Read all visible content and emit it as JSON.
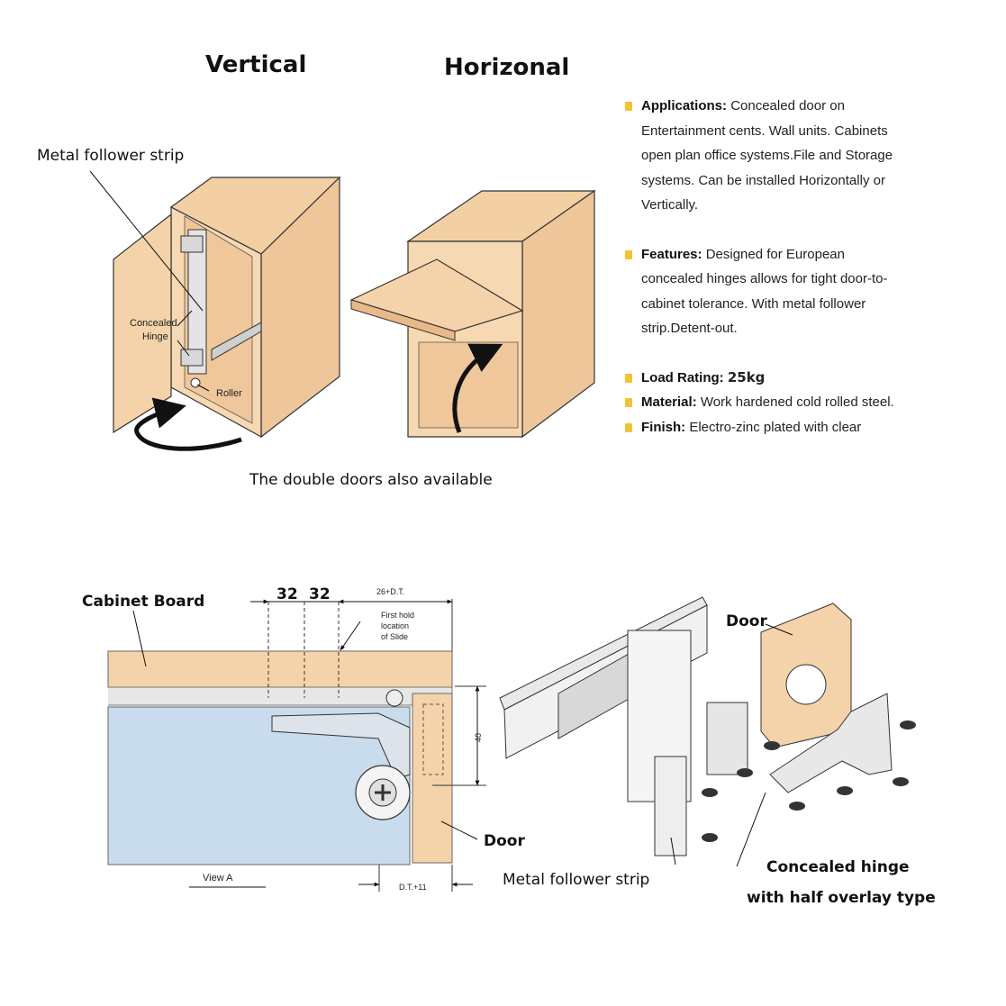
{
  "titles": {
    "vertical": "Vertical",
    "horizontal": "Horizonal"
  },
  "top_diagram": {
    "metal_follower_strip": "Metal follower strip",
    "concealed_hinge_line1": "Concealed",
    "concealed_hinge_line2": "Hinge",
    "roller": "Roller",
    "double_doors": "The double doors also available"
  },
  "specs": {
    "applications_label": "Applications:",
    "applications_text": "Concealed door on Entertainment cents. Wall units. Cabinets open plan office systems.File and Storage systems. Can be installed Horizontally or Vertically.",
    "features_label": "Features:",
    "features_text": "Designed for European concealed hinges allows for tight door-to-cabinet tolerance. With metal follower strip.Detent-out.",
    "load_label": "Load Rating:",
    "load_value": "25kg",
    "material_label": "Material:",
    "material_text": "Work hardened cold rolled steel.",
    "finish_label": "Finish:",
    "finish_text": "Electro-zinc plated with clear"
  },
  "bottom_left": {
    "cabinet_board": "Cabinet Board",
    "dim_32a": "32",
    "dim_32b": "32",
    "dim_26": "26+D.T.",
    "first_hold_1": "First hold",
    "first_hold_2": "location",
    "first_hold_3": "of Slide",
    "dim_40": "40",
    "door": "Door",
    "view_a": "View A",
    "dim_dt11": "D.T.+11"
  },
  "bottom_right": {
    "door": "Door",
    "metal_follower_strip": "Metal follower strip",
    "concealed_hinge_1": "Concealed hinge",
    "concealed_hinge_2": "with half overlay type"
  },
  "colors": {
    "wood": "#f5d3aa",
    "wood_dark": "#e9b98a",
    "wood_side": "#eec69a",
    "drawer": "#c9dced",
    "bullet": "#f4c236"
  }
}
